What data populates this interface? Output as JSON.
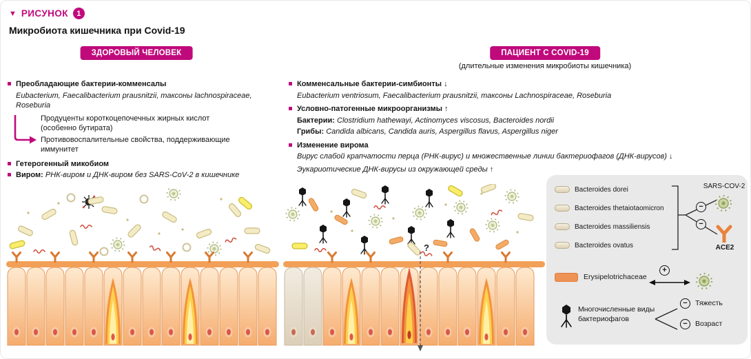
{
  "figure": {
    "marker": "▼",
    "label": "РИСУНОК",
    "number": "1",
    "title": "Микробиота кишечника при Covid-19"
  },
  "healthy": {
    "badge": "ЗДОРОВЫЙ ЧЕЛОВЕК",
    "commensals_title": "Преобладающие бактерии-комменсалы",
    "commensals_species": "Eubacterium, Faecalibacterium prausnitzii, таксоны lachnospiraceae, Roseburia",
    "scfa_line1": "Продуценты короткоцепочечных жирных кислот (особенно бутирата)",
    "scfa_line2": "Противовоспалительные свойства, поддерживающие иммунитет",
    "mycobiome": "Гетерогенный микобиом",
    "virome_label": "Виром:",
    "virome_text": "РНК-виром и ДНК-виром без SARS-CoV-2 в кишечнике"
  },
  "covid": {
    "badge": "ПАЦИЕНТ С COVID-19",
    "subtitle": "(длительные изменения микробиоты кишечника)",
    "symbionts_title": "Комменсальные бактерии-симбионты",
    "symbionts_arrow": "↓",
    "symbionts_species": "Eubacterium ventriosum, Faecalibacterium prausnitzii, таксоны Lachnospiraceae, Roseburia",
    "pathogens_title": "Условно-патогенные микроорганизмы",
    "pathogens_arrow": "↑",
    "bacteria_label": "Бактерии:",
    "bacteria_species": "Clostridium hathewayi, Actinomyces viscosus, Bacteroides nordii",
    "fungi_label": "Грибы:",
    "fungi_species": "Candida albicans, Candida auris, Aspergillus flavus, Aspergillus niger",
    "virome_title": "Изменение вирома",
    "virome_line1": "Вирус слабой крапчатости перца (РНК-вирус) и множественные линии бактериофагов (ДНК-вирусов)",
    "virome_line1_arrow": "↓",
    "virome_line2": "Эукариотические ДНК-вирусы из окружающей среды",
    "virome_line2_arrow": "↑",
    "question_mark": "?"
  },
  "legend": {
    "bacteroides": [
      "Bacteroides dorei",
      "Bacteroides thetaiotaomicron",
      "Bacteroides massiliensis",
      "Bacteroides ovatus"
    ],
    "sars_label": "SARS-COV-2",
    "ace2_label": "ACE2",
    "erysipelotrichaceae_label": "Erysipelotrichaceae",
    "phage_label_line1": "Многочисленные виды",
    "phage_label_line2": "бактериофагов",
    "severity_label": "Тяжесть",
    "age_label": "Возраст",
    "icons": {
      "minus": "−",
      "plus": "+"
    }
  },
  "colors": {
    "magenta": "#C00A7C",
    "legend_bg": "#E9E9E9",
    "epithelium_orange": "#F2A058"
  }
}
